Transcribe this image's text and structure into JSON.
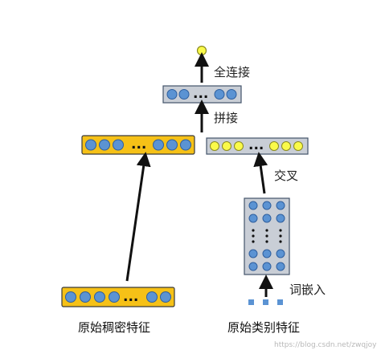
{
  "labels": {
    "fully_connected": "全连接",
    "concatenate": "拼接",
    "cross": "交叉",
    "word_embedding": "词嵌入",
    "raw_dense_features": "原始稠密特征",
    "raw_categorical_features": "原始类别特征"
  },
  "ellipsis": "...",
  "watermark": "https://blog.csdn.net/zwqjoy",
  "colors": {
    "dense_bar_fill": "#f6c117",
    "dense_bar_stroke": "#3a3a3a",
    "node_blue": "#5b93d3",
    "node_blue_stroke": "#2f5f9e",
    "node_yellow": "#fafa4a",
    "node_yellow_stroke": "#8a8a20",
    "gray_bar_fill": "#c9ced6",
    "gray_bar_stroke": "#44546a",
    "arrow": "#111111",
    "embedding_square": "#5b93d3"
  },
  "icons": {
    "arrow": "up-arrow-icon",
    "node": "circle-node-icon"
  }
}
